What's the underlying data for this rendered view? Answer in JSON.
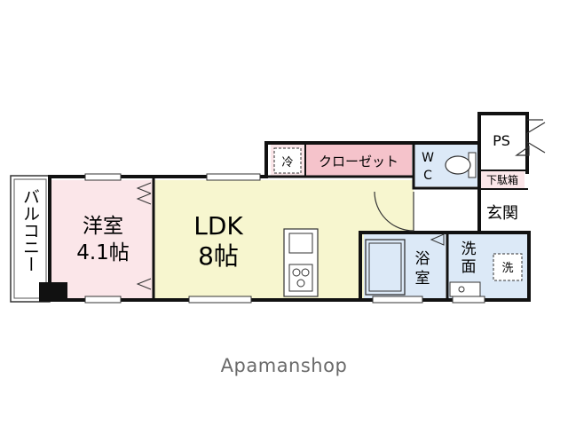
{
  "rooms": {
    "balcony": "バルコニー",
    "western_room_name": "洋室",
    "western_room_size": "4.1帖",
    "ldk_name": "LDK",
    "ldk_size": "8帖",
    "closet": "クローゼット",
    "fridge": "冷",
    "wc_w": "W",
    "wc_c": "C",
    "ps": "PS",
    "shoe_box": "下駄箱",
    "entrance": "玄関",
    "bath_1": "浴",
    "bath_2": "室",
    "washroom_1": "洗",
    "washroom_2": "面",
    "washer": "洗"
  },
  "brand": "Apamanshop",
  "colors": {
    "ldk": "#f7f6cf",
    "western": "#fbe6e9",
    "closet": "#f5c3cb",
    "water": "#dce9f7",
    "wall": "#111111"
  }
}
